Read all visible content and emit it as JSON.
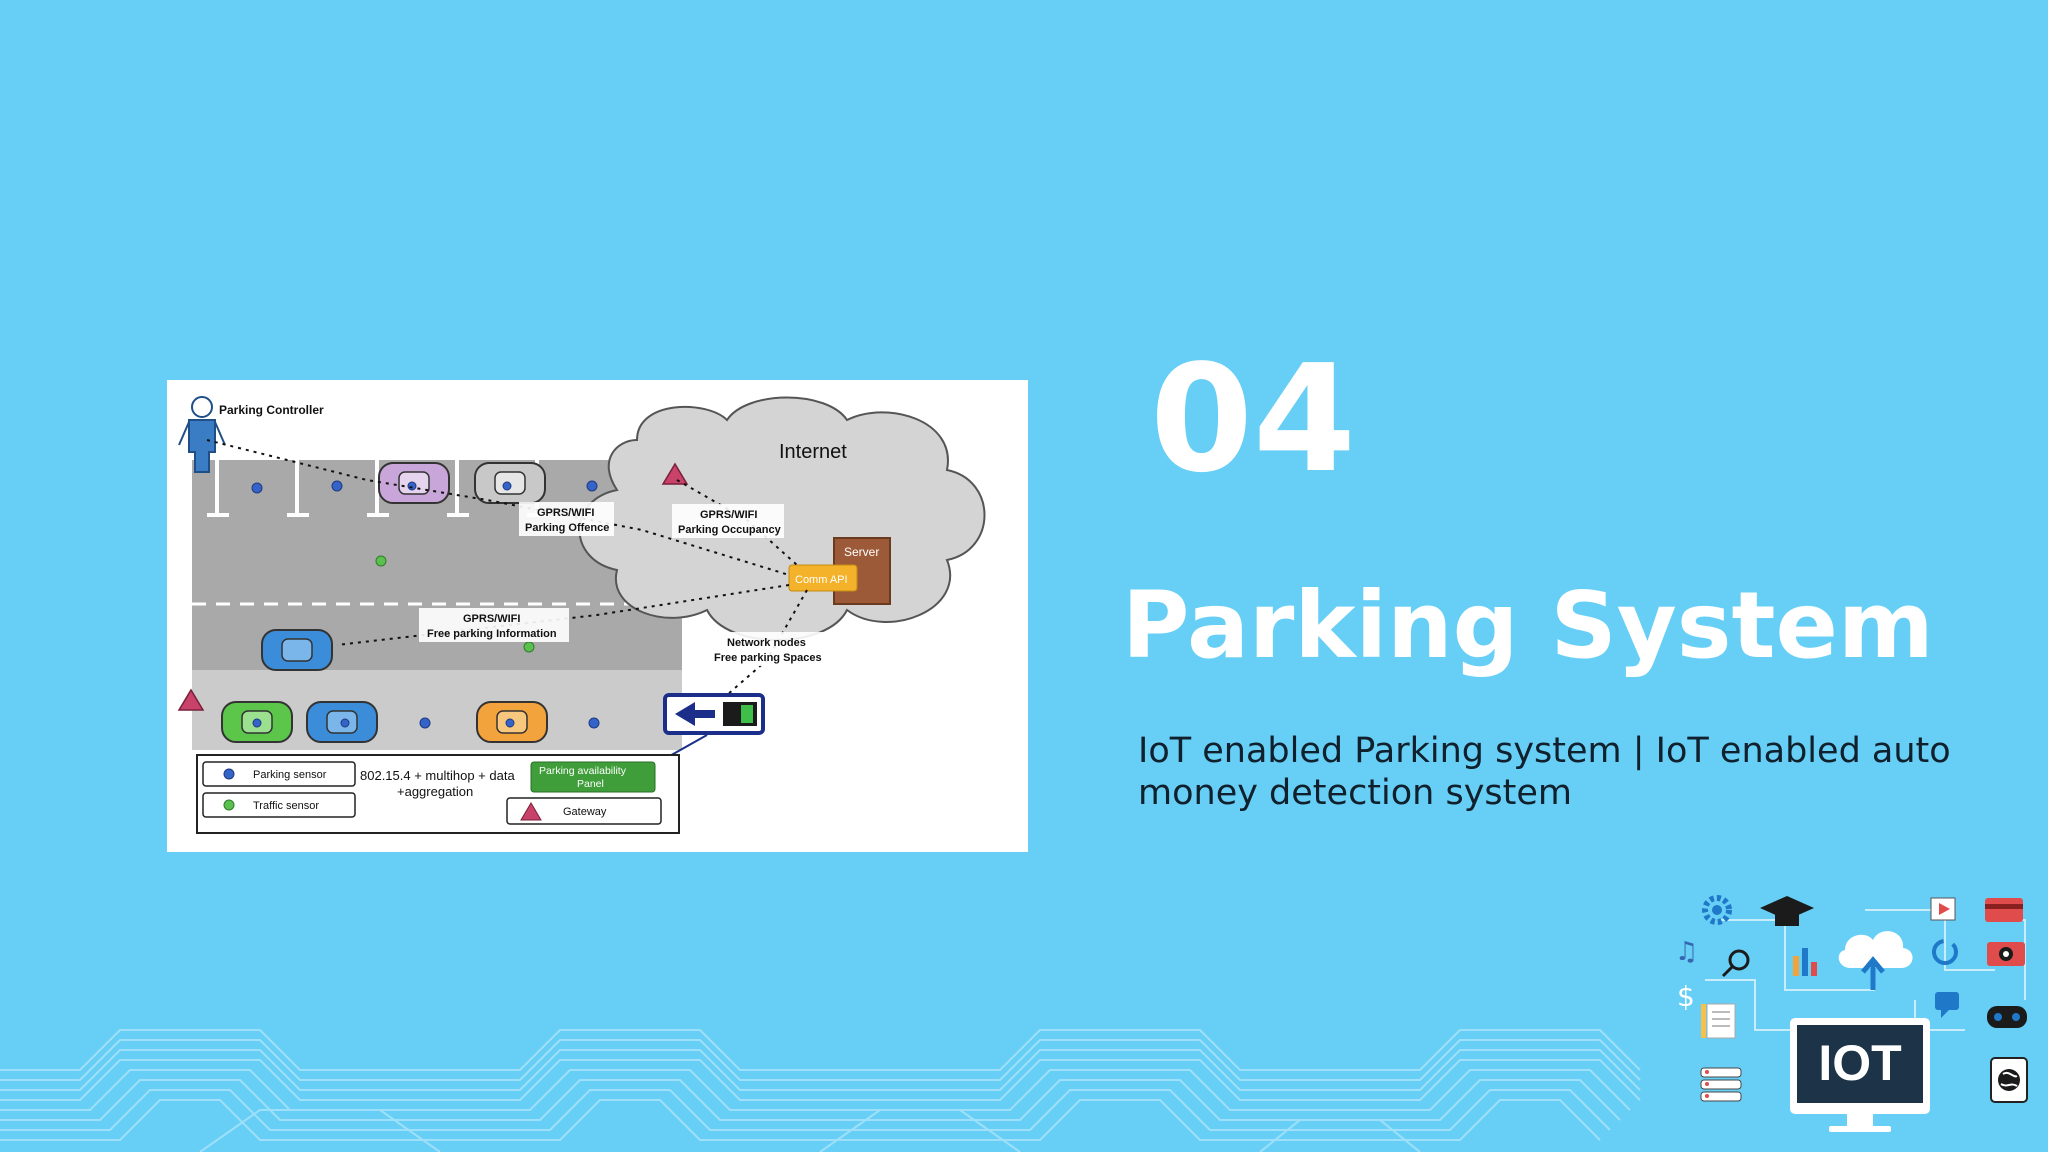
{
  "slide": {
    "number": "04",
    "title": "Parking System",
    "subtitle": "IoT enabled Parking system | IoT enabled auto money detection system"
  },
  "diagram": {
    "parking_controller": "Parking Controller",
    "internet": "Internet",
    "server": "Server",
    "comm_api": "Comm API",
    "gprs_offence_1": "GPRS/WIFI",
    "gprs_offence_2": "Parking Offence",
    "gprs_occupancy_1": "GPRS/WIFI",
    "gprs_occupancy_2": "Parking Occupancy",
    "gprs_free_1": "GPRS/WIFI",
    "gprs_free_2": "Free parking Information",
    "network_nodes_1": "Network nodes",
    "network_nodes_2": "Free parking Spaces",
    "legend": {
      "parking_sensor": "Parking sensor",
      "traffic_sensor": "Traffic sensor",
      "protocol_1": "802.15.4 + multihop + data",
      "protocol_2": "+aggregation",
      "panel_1": "Parking availability",
      "panel_2": "Panel",
      "gateway": "Gateway"
    }
  },
  "illustration": {
    "badge": "IOT"
  },
  "colors": {
    "background": "#67cff6",
    "title": "#ffffff",
    "subtitle": "#10202c",
    "wave": "#9fe0fa"
  }
}
